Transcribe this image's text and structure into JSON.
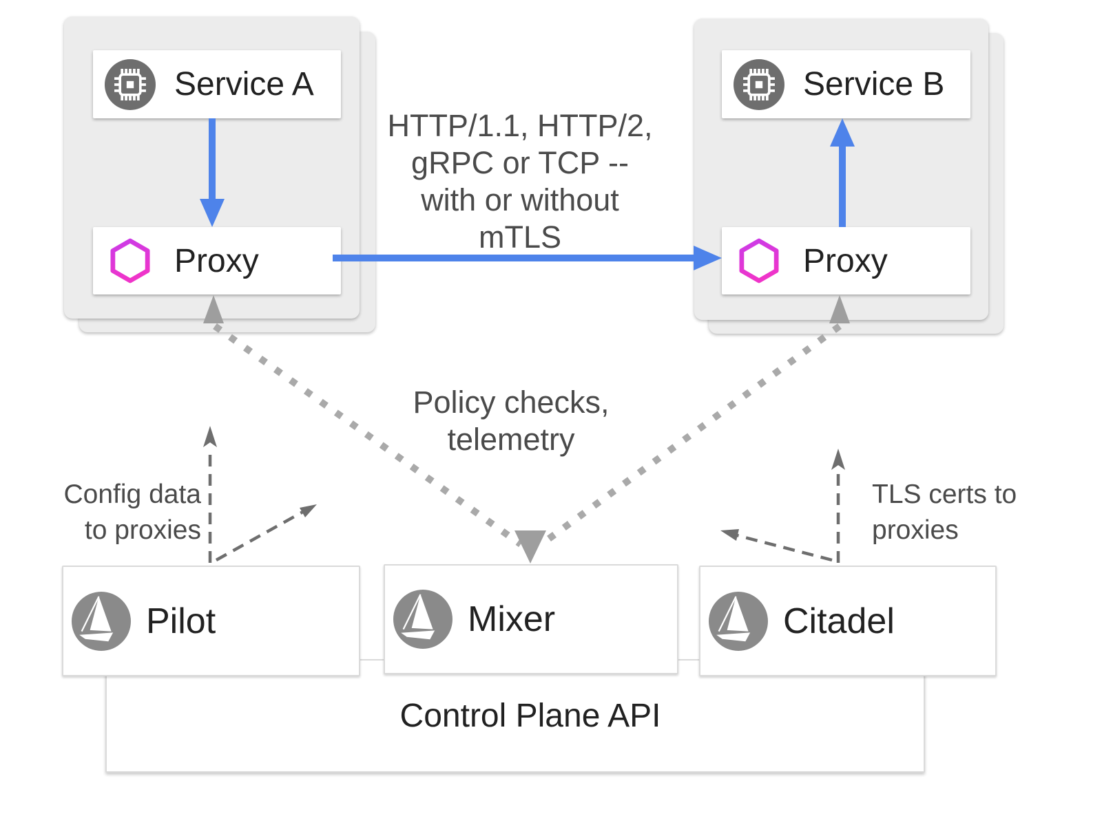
{
  "pod_a": {
    "service_label": "Service A",
    "proxy_label": "Proxy"
  },
  "pod_b": {
    "service_label": "Service B",
    "proxy_label": "Proxy"
  },
  "labels": {
    "traffic": "HTTP/1.1, HTTP/2,\ngRPC or TCP --\nwith or without\nmTLS",
    "policy": "Policy checks,\ntelemetry",
    "config": "Config data\nto proxies",
    "tls": "TLS certs to\nproxies"
  },
  "control_plane": {
    "components": [
      {
        "label": "Pilot"
      },
      {
        "label": "Mixer"
      },
      {
        "label": "Citadel"
      }
    ],
    "api_label": "Control Plane API"
  },
  "icons": {
    "service": "cpu-chip-icon",
    "proxy": "hexagon-icon",
    "component": "istio-sail-icon"
  },
  "colors": {
    "arrow-blue": "#4e83ea",
    "proxy-magenta-top": "#cb3be8",
    "proxy-magenta-bottom": "#ef34c9",
    "pod-gray": "#ececec",
    "dotted-gray": "#a9a9a9",
    "arrowhead-gray": "#9e9e9e",
    "dashed-gray": "#6e6e6e",
    "icon-gray": "#8a8a8a",
    "icon-gray-dark": "#6e6e6e",
    "label-dark": "#212121",
    "note-gray": "#4a4a4a",
    "box-border": "#dadada"
  }
}
